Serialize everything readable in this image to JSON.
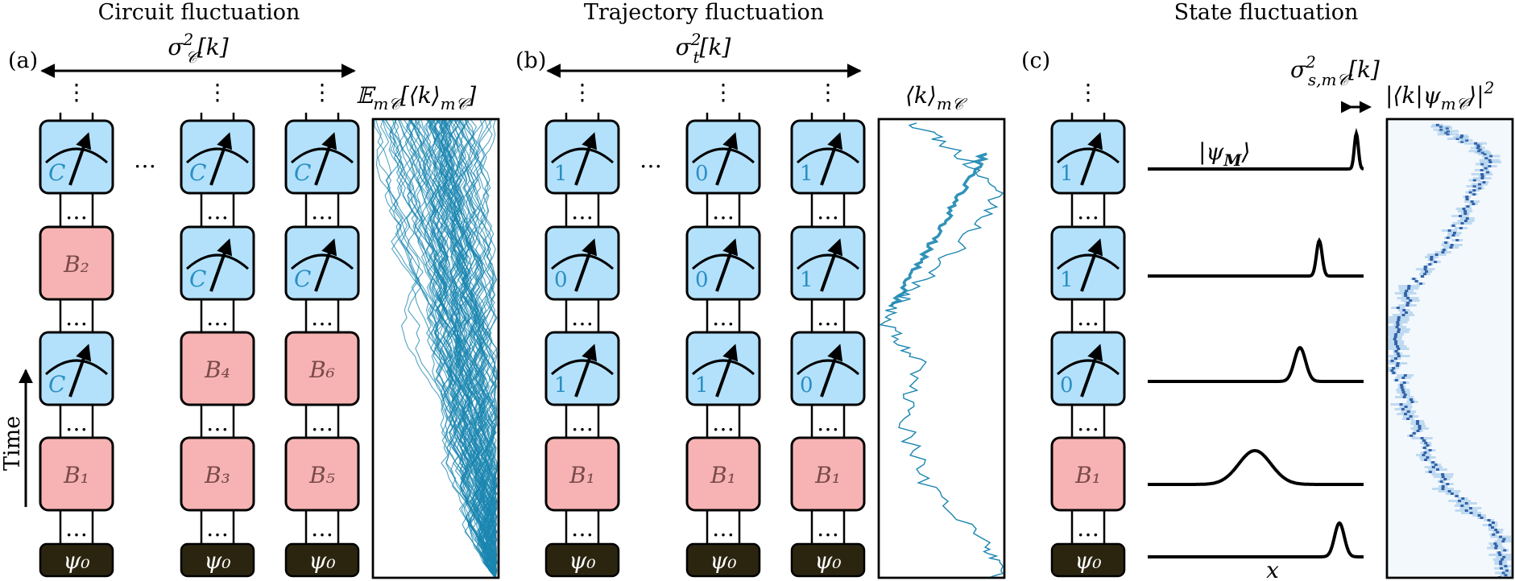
{
  "titles": {
    "circuit": "Circuit fluctuation",
    "trajectory": "Trajectory fluctuation",
    "state": "State fluctuation"
  },
  "panel_labels": {
    "a": "(a)",
    "b": "(b)",
    "c": "(c)"
  },
  "variances": {
    "circuit": "σ²_C[k]",
    "trajectory": "σ²_t[k]",
    "state": "σ²_{s,m_C}[k]"
  },
  "plot_labels": {
    "circuit": "E_{m_C}[⟨k⟩_{m_C}]",
    "trajectory": "⟨k⟩_{m_C}",
    "state": "|⟨k|ψ_{m_C}⟩|²"
  },
  "time_label": "Time",
  "x_label": "x",
  "psi_m_label": "|ψ_M⟩",
  "psi0": "ψ₀",
  "ellipsis": "…",
  "panel_a_columns": [
    [
      "C",
      "B₂",
      "C",
      "B₁"
    ],
    [
      "C",
      "C",
      "B₄",
      "B₃"
    ],
    [
      "C",
      "C",
      "B₆",
      "B₅"
    ]
  ],
  "panel_b_columns": [
    [
      "1",
      "0",
      "1",
      "B₁"
    ],
    [
      "0",
      "0",
      "1",
      "B₁"
    ],
    [
      "1",
      "1",
      "0",
      "B₁"
    ]
  ],
  "panel_c_column": [
    "1",
    "1",
    "0",
    "B₁"
  ],
  "colors": {
    "measure_fill": "#b3e1fb",
    "unitary_fill": "#f7b3b3",
    "psi0_fill": "#2b2510",
    "trace_blue": "#1a86b0",
    "heatmap_dark": "#1c4f9c"
  }
}
